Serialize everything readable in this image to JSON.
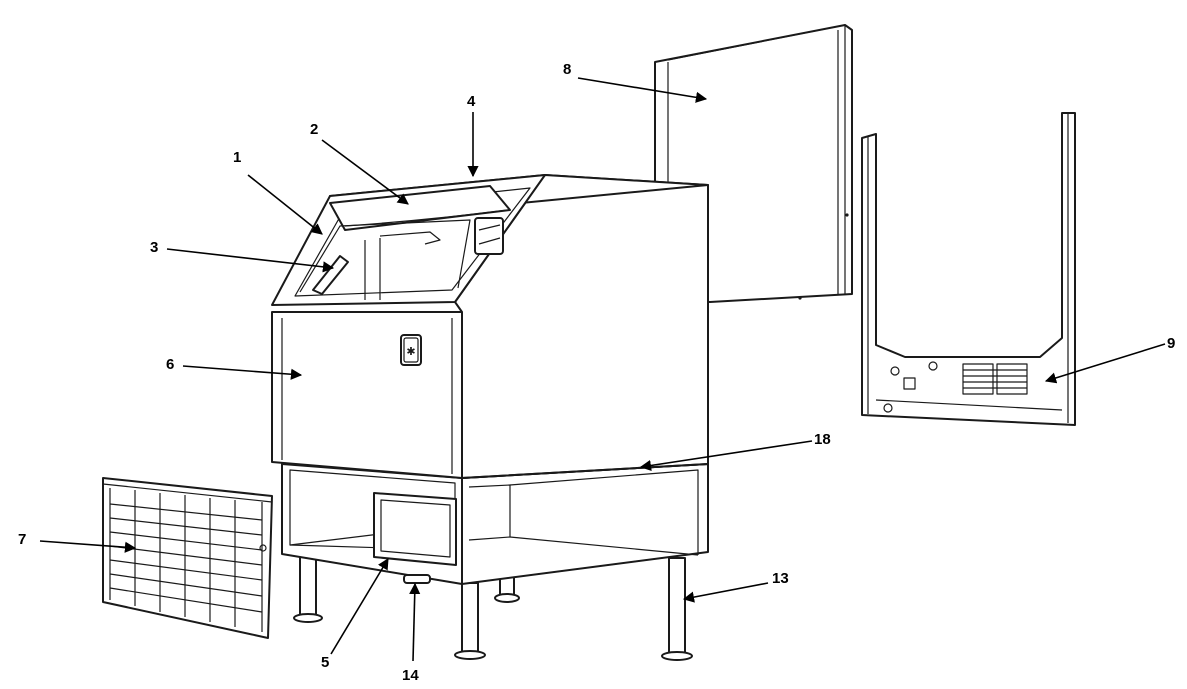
{
  "callouts": [
    {
      "id": "c1",
      "label": "1"
    },
    {
      "id": "c2",
      "label": "2"
    },
    {
      "id": "c3",
      "label": "3"
    },
    {
      "id": "c4",
      "label": "4"
    },
    {
      "id": "c5",
      "label": "5"
    },
    {
      "id": "c6",
      "label": "6"
    },
    {
      "id": "c7",
      "label": "7"
    },
    {
      "id": "c8",
      "label": "8"
    },
    {
      "id": "c9",
      "label": "9"
    },
    {
      "id": "c13",
      "label": "13"
    },
    {
      "id": "c14",
      "label": "14"
    },
    {
      "id": "c18",
      "label": "18"
    }
  ],
  "colors": {
    "line": "#1a1a1a",
    "background": "#ffffff"
  }
}
